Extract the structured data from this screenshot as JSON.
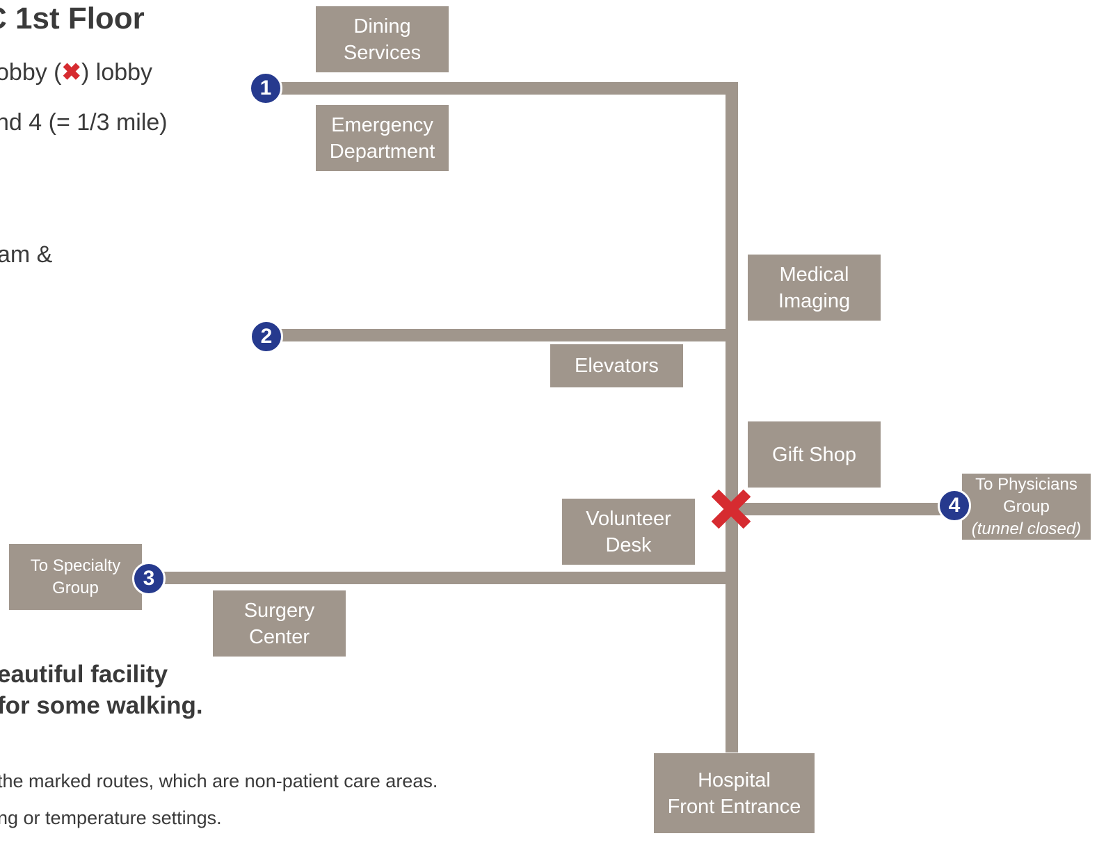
{
  "header": {
    "title": "C 1st Floor",
    "lobby_before": "obby (",
    "lobby_icon": "✖",
    "lobby_after": ") lobby",
    "distance": "nd 4 (= 1/3 mile)",
    "partial_line": "am &"
  },
  "message": {
    "line1": "eautiful facility",
    "line2": "for some walking."
  },
  "notes": {
    "line1": "the marked routes, which are non-patient care areas.",
    "line2": "ng or temperature settings."
  },
  "locations": {
    "dining": [
      "Dining",
      "Services"
    ],
    "emergency": [
      "Emergency",
      "Department"
    ],
    "imaging": [
      "Medical",
      "Imaging"
    ],
    "elevators": "Elevators",
    "gift_shop": "Gift Shop",
    "volunteer": [
      "Volunteer",
      "Desk"
    ],
    "specialty": [
      "To Specialty",
      "Group"
    ],
    "surgery": [
      "Surgery",
      "Center"
    ],
    "physicians": [
      "To Physicians",
      "Group",
      "(tunnel closed)"
    ],
    "entrance": [
      "Hospital",
      "Front Entrance"
    ]
  },
  "markers": [
    "1",
    "2",
    "3",
    "4"
  ],
  "colors": {
    "corridor": "#a0968c",
    "marker": "#263a8e",
    "lobby": "#d62b30",
    "text": "#3a3a3a"
  }
}
